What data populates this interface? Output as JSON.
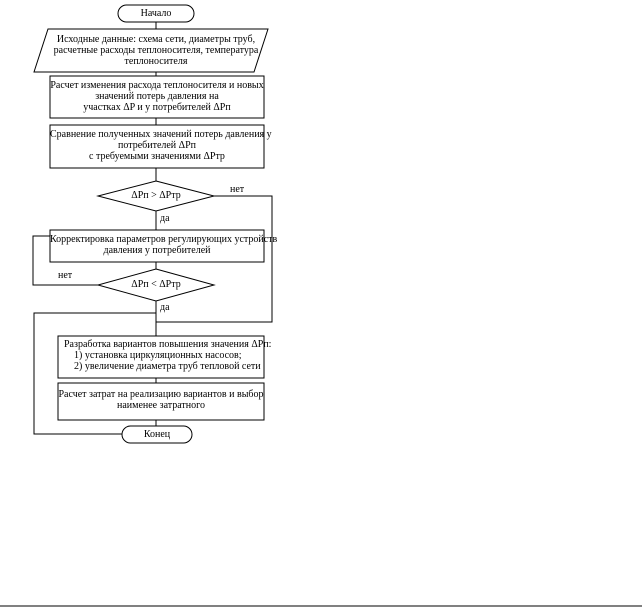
{
  "flowchart": {
    "start": "Начало",
    "input": {
      "line1": "Исходные данные: схема сети, диаметры труб,",
      "line2": "расчетные расходы теплоносителя, температура",
      "line3": "теплоносителя"
    },
    "calc": {
      "line1": "Расчет изменения расхода теплоносителя и новых",
      "line2": "значений потерь давления на",
      "line3": "участках  ΔP и у потребителей ΔPп"
    },
    "compare": {
      "line1": "Сравнение полученных значений потерь давления у",
      "line2": "потребителей ΔPп",
      "line3": "с требуемыми значениями ΔPтр"
    },
    "decision1": "ΔPп > ΔPтр",
    "decision1_no": "нет",
    "decision1_yes": "да",
    "adjust": {
      "line1": "Корректировка параметров регулирующих устройств",
      "line2": "давления у потребителей"
    },
    "decision2": "ΔPп < ΔPтр",
    "decision2_no": "нет",
    "decision2_yes": "да",
    "options": {
      "line1": "Разработка вариантов повышения значения ΔPп:",
      "line2": "1) установка циркуляционных насосов;",
      "line3": "2) увеличение диаметра труб тепловой сети"
    },
    "cost": {
      "line1": "Расчет затрат на реализацию вариантов и выбор",
      "line2": "наименее затратного"
    },
    "end": "Конец"
  }
}
